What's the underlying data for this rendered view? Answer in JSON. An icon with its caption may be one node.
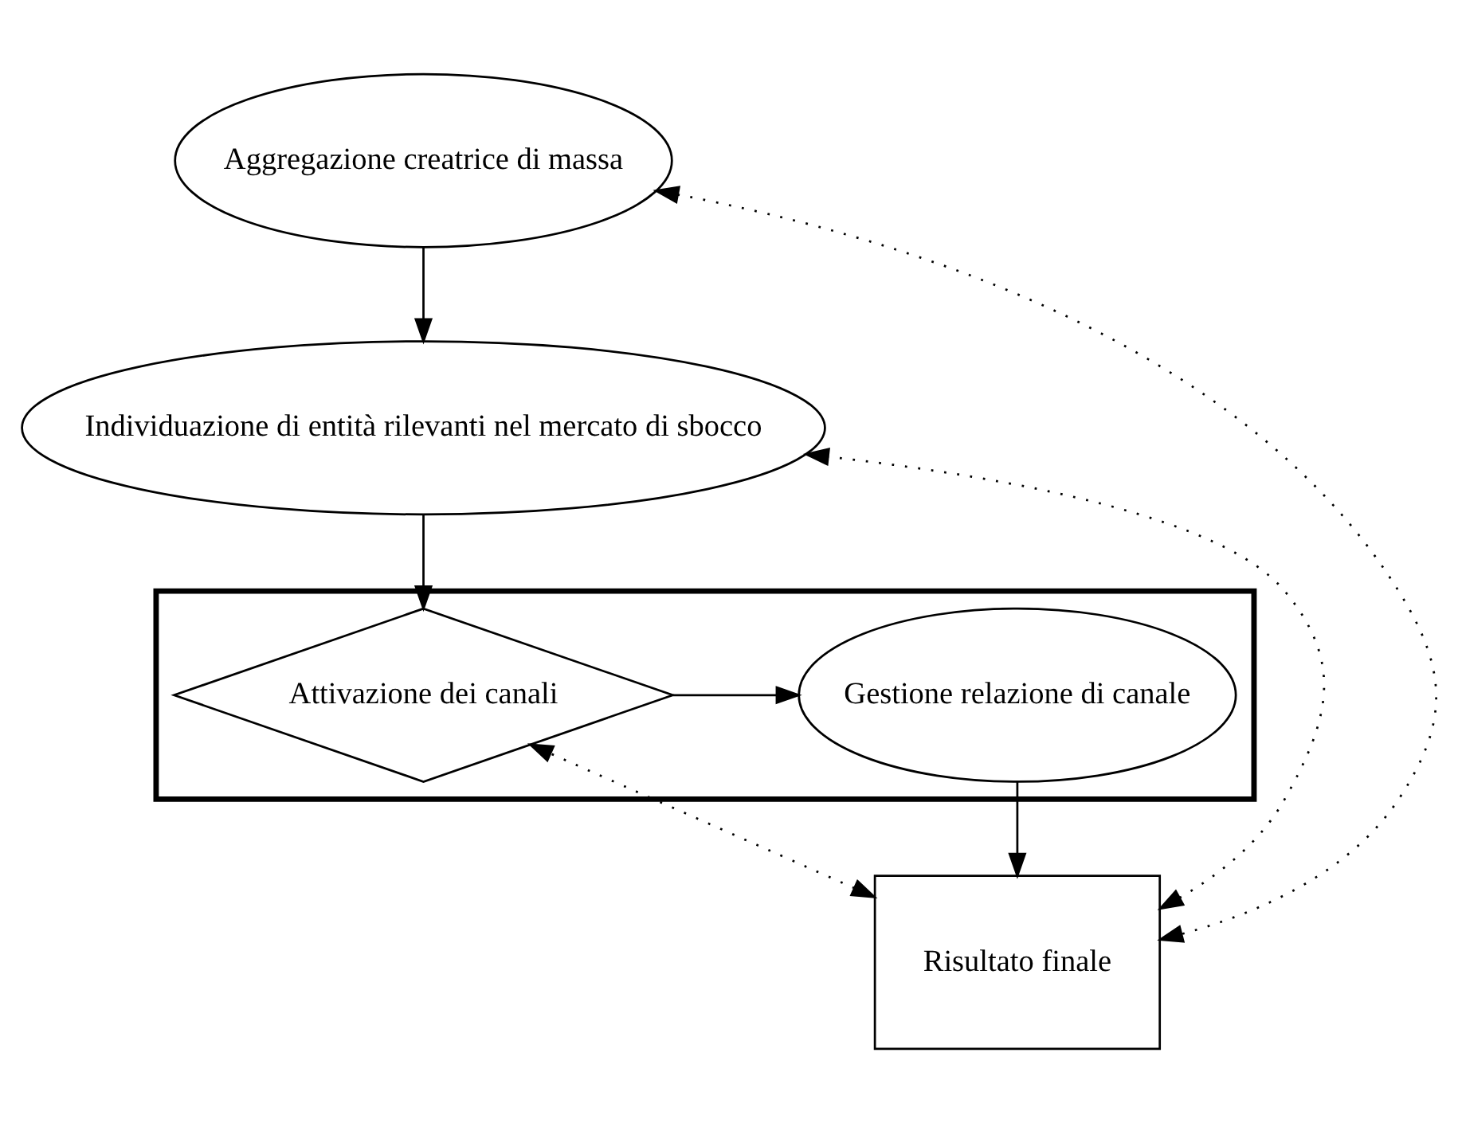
{
  "diagram": {
    "nodes": [
      {
        "text": [
          "Aggregazione creatrice di massa"
        ]
      },
      {
        "text": [
          "Individuazione di entità rilevanti nel mercato di sbocco"
        ]
      },
      {
        "text": [],
        "shape": "box"
      },
      {
        "text": [
          "Attivazione dei canali"
        ],
        "in": 2
      },
      {
        "text": [
          "Gestione relazione di canale"
        ],
        "in": 2
      },
      {
        "text": [
          "Risultato finale"
        ]
      }
    ],
    "edges": [
      {
        "from": 0,
        "to": 1,
        "arrow": "to"
      },
      {
        "from": 1,
        "to": 3,
        "arrow": "to"
      },
      {
        "from": 3,
        "to": 4,
        "arrow": "to"
      },
      {
        "from": 4,
        "to": 5,
        "arrow": "to"
      },
      {
        "from": 5,
        "to": 0,
        "arrow": "both",
        "style": "dashed"
      },
      {
        "from": 5,
        "to": 1,
        "arrow": "both",
        "style": "dashed"
      },
      {
        "from": 5,
        "to": 3,
        "arrow": "both",
        "style": "dashed"
      }
    ]
  }
}
